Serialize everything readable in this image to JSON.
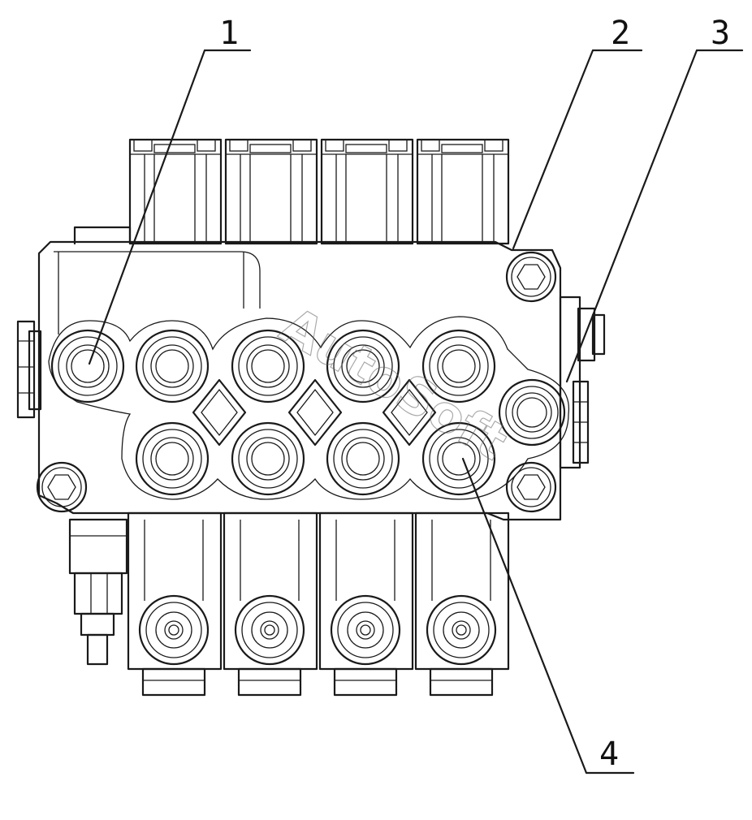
{
  "callouts": [
    {
      "id": "callout-1",
      "label": "1"
    },
    {
      "id": "callout-2",
      "label": "2"
    },
    {
      "id": "callout-3",
      "label": "3"
    },
    {
      "id": "callout-4",
      "label": "4"
    }
  ],
  "watermark": "AutoSoft"
}
